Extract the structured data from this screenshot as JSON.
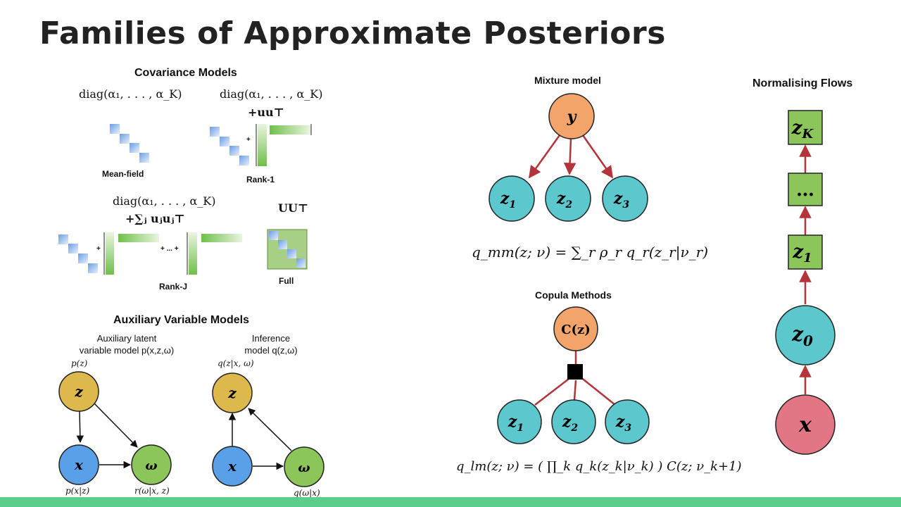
{
  "title": "Families of Approximate Posteriors",
  "covariance": {
    "heading": "Covariance Models",
    "diag1": "diag(α₁, . . . , α_K)",
    "diag2": "diag(α₁, . . . , α_K)",
    "plus_uu": "+uu⊤",
    "mean_field": "Mean-field",
    "rank1": "Rank-1",
    "diag3": "diag(α₁, . . . , α_K)",
    "sum_uu": "+∑ⱼ uⱼuⱼ⊤",
    "UU": "UU⊤",
    "plus": "+",
    "plus_dots": "+ ... +",
    "rankJ": "Rank-J",
    "full": "Full"
  },
  "auxiliary": {
    "heading": "Auxiliary Variable Models",
    "left_caption_1": "Auxiliary latent",
    "left_caption_2": "variable model p(x,z,ω)",
    "right_caption_1": "Inference",
    "right_caption_2": "model q(z,ω)",
    "p_z": "p(z)",
    "p_x_z": "p(x|z)",
    "r_w": "r(ω|x, z)",
    "q_z": "q(z|x, ω)",
    "q_w": "q(ω|x)",
    "node_z": "z",
    "node_x": "x",
    "node_w": "ω"
  },
  "mixture": {
    "heading": "Mixture model",
    "node_y": "y",
    "z1": "z",
    "z2": "z",
    "z3": "z",
    "sub1": "1",
    "sub2": "2",
    "sub3": "3",
    "formula": "q_mm(z; ν) = ∑_r ρ_r q_r(z_r|ν_r)"
  },
  "copula": {
    "heading": "Copula Methods",
    "node_c": "C(z)",
    "formula": "q_lm(z; ν) = ( ∏_k q_k(z_k|ν_k) ) C(z; ν_k+1)"
  },
  "flows": {
    "heading": "Normalising Flows",
    "zK": "z",
    "zK_sub": "K",
    "dots": "…",
    "z1": "z",
    "z1_sub": "1",
    "z0": "z",
    "z0_sub": "0",
    "x": "x"
  },
  "colors": {
    "orange": "#f2a46a",
    "teal": "#5cc8cd",
    "green": "#8cc55a",
    "pink": "#e37684",
    "yellow": "#ddb84c",
    "blue": "#5aa0e8",
    "arrow_red": "#b3343a",
    "footer_green": "#5ccd8a"
  }
}
